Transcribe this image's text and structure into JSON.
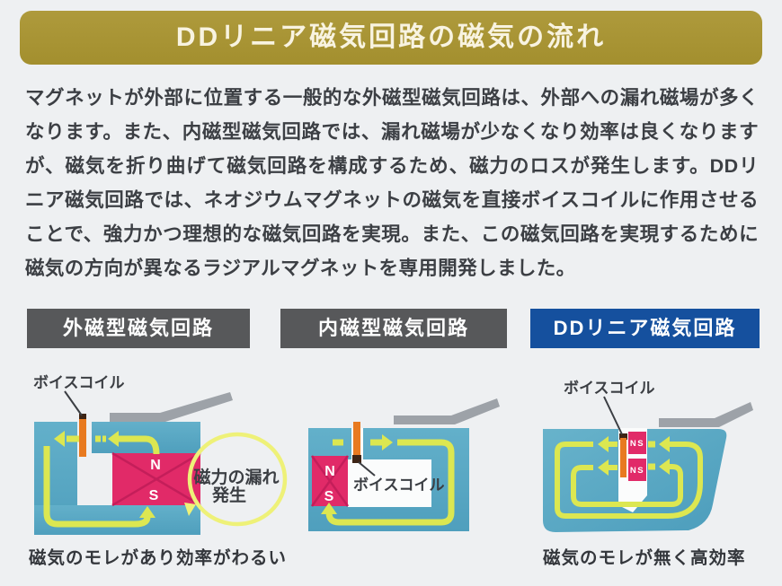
{
  "title": {
    "text": "DDリニア磁気回路の磁気の流れ"
  },
  "description": "マグネットが外部に位置する一般的な外磁型磁気回路は、外部への漏れ磁場が多くなります。また、内磁型磁気回路では、漏れ磁場が少なくなり効率は良くなりますが、磁気を折り曲げて磁気回路を構成するため、磁力のロスが発生します。DDリニア磁気回路では、ネオジウムマグネットの磁気を直接ボイスコイルに作用させることで、強力かつ理想的な磁気回路を実現。また、この磁気回路を実現するために磁気の方向が異なるラジアルマグネットを専用開発しました。",
  "panels": [
    {
      "id": "external-magnet-type",
      "header": {
        "label": "外磁型磁気回路"
      },
      "labels": {
        "voice_coil": "ボイスコイル",
        "magnet_n": "N",
        "magnet_s": "S",
        "leak_line1": "磁力の漏れ",
        "leak_line2": "発生"
      },
      "caption": "磁気のモレがあり効率がわるい"
    },
    {
      "id": "internal-magnet-type",
      "header": {
        "label": "内磁型磁気回路"
      },
      "labels": {
        "voice_coil": "ボイスコイル",
        "magnet_n": "N",
        "magnet_s": "S"
      }
    },
    {
      "id": "dd-linear-type",
      "header": {
        "label": "DDリニア磁気回路"
      },
      "labels": {
        "voice_coil": "ボイスコイル",
        "magnet_top": "NS",
        "magnet_bottom": "NS"
      },
      "caption": "磁気のモレが無く高効率"
    }
  ],
  "colors": {
    "background": "#eef0f2",
    "title_bar": "#a79334",
    "title_text": "#f8f3e0",
    "header_gray": "#57585a",
    "header_blue": "#15509e",
    "yoke_blue": "#5babc6",
    "magnet_pink": "#e12a68",
    "magnet_cross": "#c41e5a",
    "flux_arrow_yellow": "#dce751",
    "leak_ellipse_yellow": "#eef178",
    "voice_coil_orange": "#e87a20",
    "voice_coil_cap": "#3d2415",
    "diaphragm_gray": "#9da2a8",
    "body_text": "#3c3f44"
  }
}
